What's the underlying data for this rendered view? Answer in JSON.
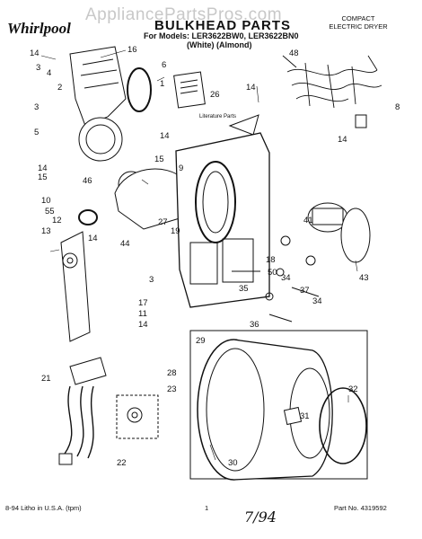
{
  "header": {
    "watermark": "AppliancePartsPros.com",
    "brand": "Whirlpool",
    "title": "BULKHEAD PARTS",
    "models": "For Models: LER3622BW0, LER3622BN0",
    "colors": "(White)    (Almond)",
    "product": "COMPACT\nELECTRIC DRYER"
  },
  "footer": {
    "left": "8-94 Litho in U.S.A. (tpm)",
    "page": "1",
    "handwritten": "7/94",
    "part_no": "Part No. 4319592"
  },
  "labels": {
    "literature": "Literature Parts"
  },
  "callouts": [
    "14",
    "16",
    "3",
    "4",
    "6",
    "2",
    "1",
    "48",
    "26",
    "14",
    "3",
    "8",
    "5",
    "14",
    "14",
    "9",
    "15",
    "14",
    "15",
    "46",
    "10",
    "55",
    "12",
    "13",
    "14",
    "27",
    "19",
    "41",
    "44",
    "3",
    "18",
    "50",
    "43",
    "35",
    "17",
    "34",
    "37",
    "11",
    "34",
    "14",
    "36",
    "29",
    "28",
    "23",
    "32",
    "21",
    "31",
    "22",
    "30"
  ]
}
